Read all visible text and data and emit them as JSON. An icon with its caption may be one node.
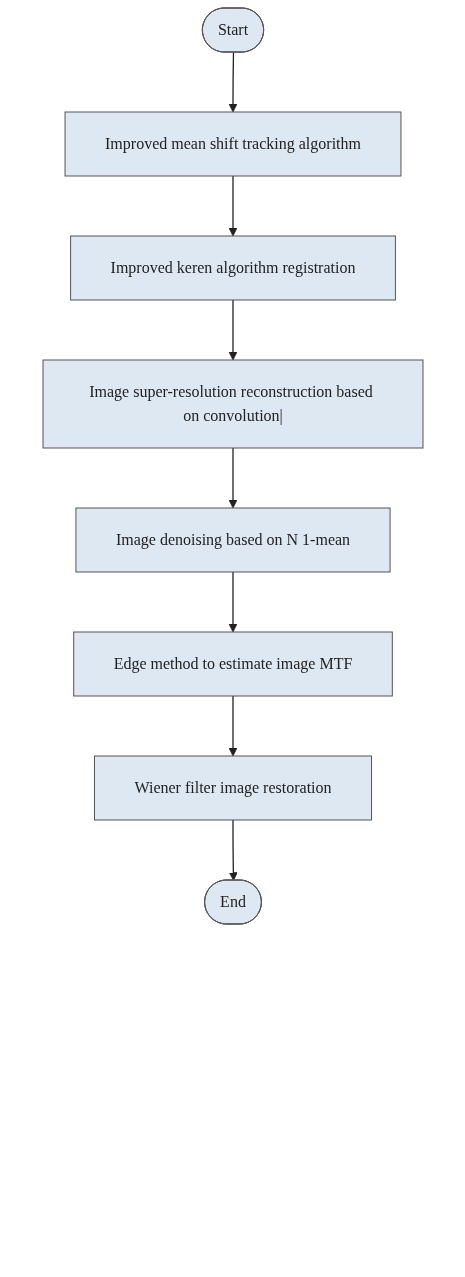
{
  "diagram": {
    "nodes": [
      {
        "text": [
          "Start"
        ]
      },
      {
        "text": [
          "Improved mean shift tracking algorithm"
        ]
      },
      {
        "text": [
          "Improved keren algorithm registration"
        ]
      },
      {
        "text": [
          "Image super-resolution reconstruction based on convolution|"
        ]
      },
      {
        "text": [
          "Image denoising based on N 1-mean"
        ]
      },
      {
        "text": [
          "Edge method to estimate image MTF"
        ]
      },
      {
        "text": [
          "Wiener filter image restoration"
        ]
      },
      {
        "text": [
          "End"
        ]
      }
    ],
    "edges": [
      {
        "from": 0,
        "to": 1,
        "arrow": "to"
      },
      {
        "from": 1,
        "to": 2,
        "arrow": "to"
      },
      {
        "from": 2,
        "to": 3,
        "arrow": "to"
      },
      {
        "from": 3,
        "to": 4,
        "arrow": "to"
      },
      {
        "from": 4,
        "to": 5,
        "arrow": "to"
      },
      {
        "from": 5,
        "to": 6,
        "arrow": "to"
      },
      {
        "from": 6,
        "to": 7,
        "arrow": "to"
      }
    ]
  }
}
